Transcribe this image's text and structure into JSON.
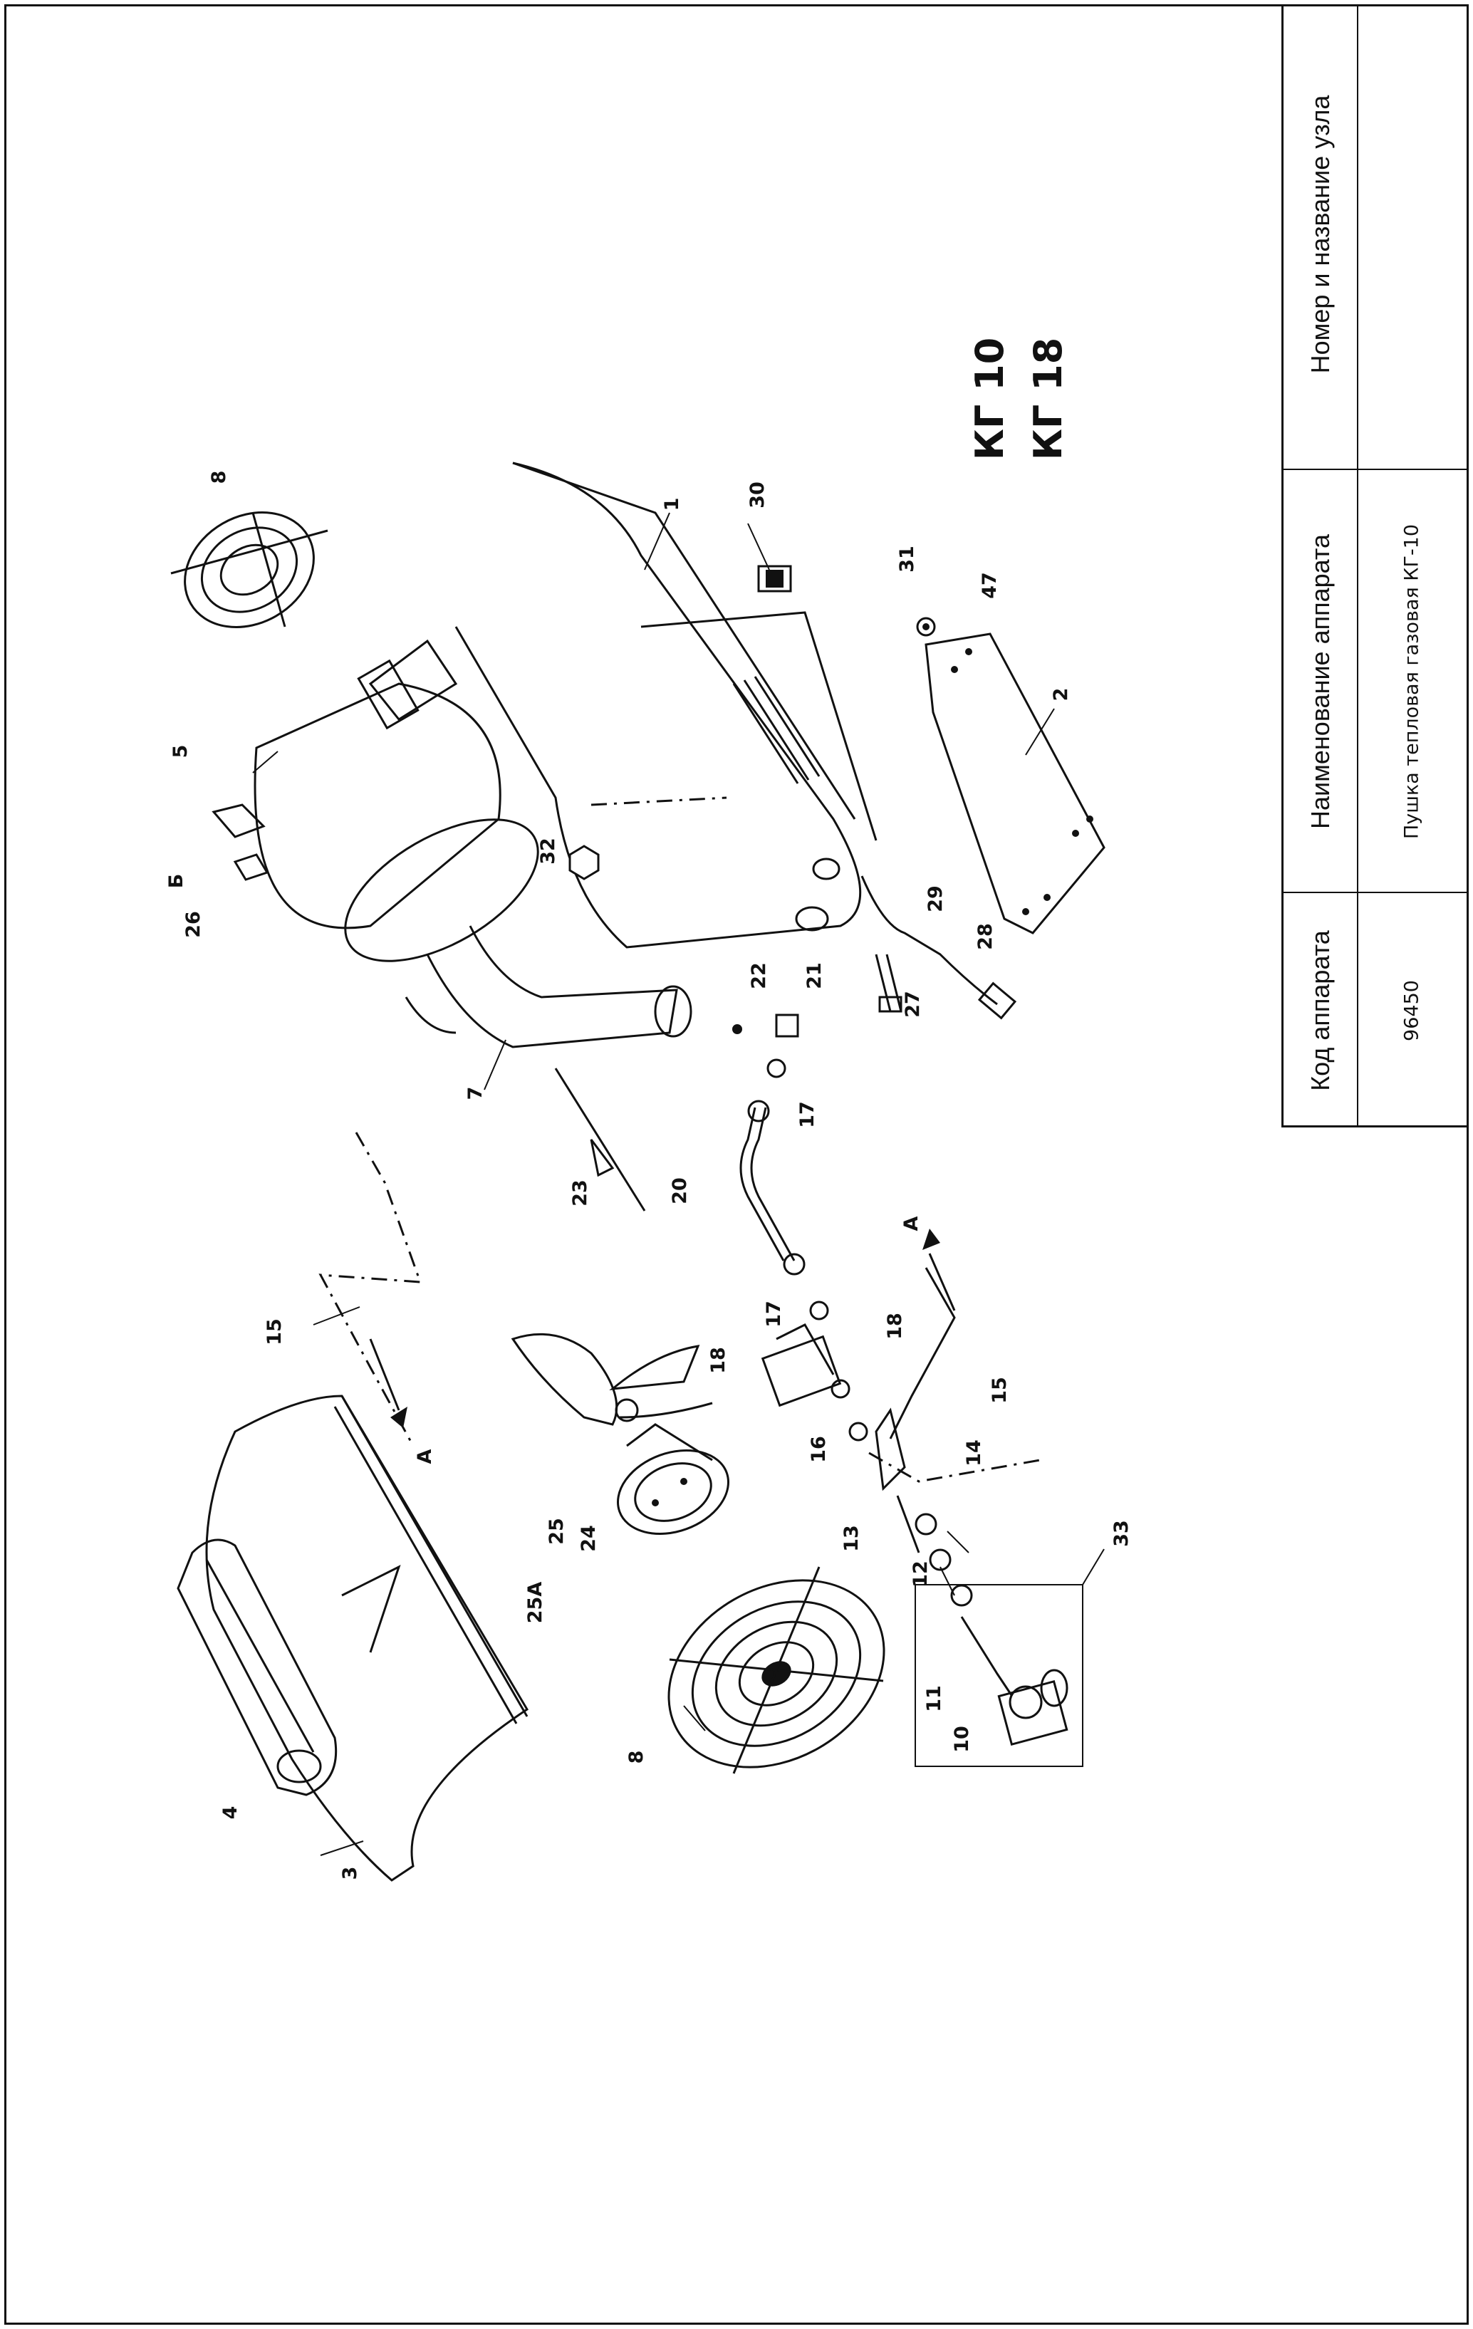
{
  "title_block": {
    "header_code": "Код аппарата",
    "header_name": "Наименование аппарата",
    "header_unit": "Номер и название узла",
    "code_value": "96450",
    "name_value": "Пушка тепловая газовая КГ-10"
  },
  "models": [
    "КГ 10",
    "КГ 18"
  ],
  "part_labels": {
    "p1": "1",
    "p2": "2",
    "p3": "3",
    "p4": "4",
    "p5": "5",
    "p6": "Б",
    "p7": "7",
    "p8a": "8",
    "p8b": "8",
    "p10": "10",
    "p11": "11",
    "p12": "12",
    "p13": "13",
    "p14": "14",
    "p15a": "15",
    "p15b": "15",
    "p16": "16",
    "p17a": "17",
    "p17b": "17",
    "p18a": "18",
    "p18b": "18",
    "p20": "20",
    "p21": "21",
    "p22": "22",
    "p23": "23",
    "p24": "24",
    "p25": "25",
    "p25a": "25А",
    "p26": "26",
    "p27": "27",
    "p28": "28",
    "p29": "29",
    "p30": "30",
    "p31": "31",
    "p32": "32",
    "p33": "33",
    "p47": "47",
    "pA1": "А",
    "pA2": "А"
  }
}
